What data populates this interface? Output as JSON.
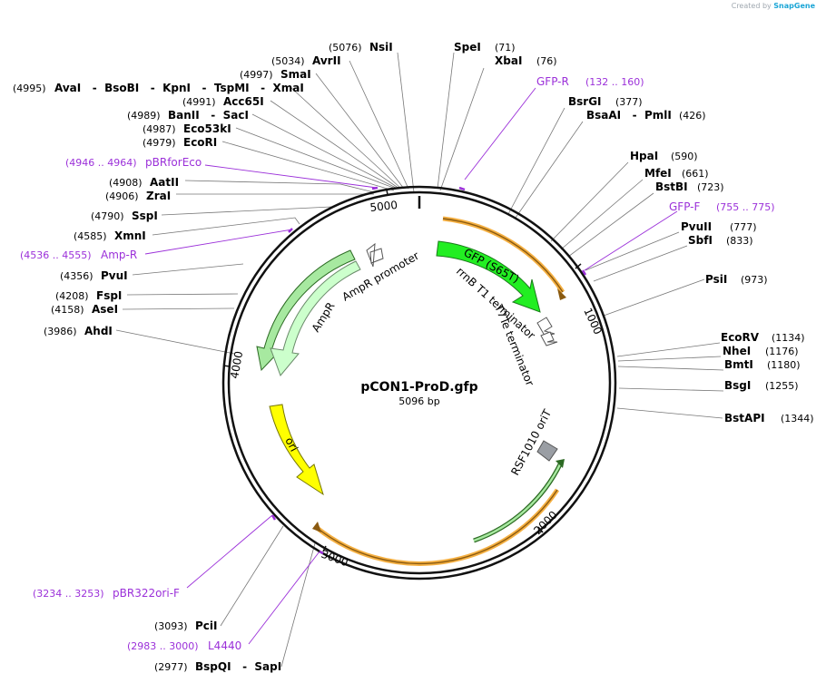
{
  "watermark": {
    "prefix": "Created by",
    "brand": "SnapGene"
  },
  "plasmid": {
    "name": "pCON1-ProD.gfp",
    "length_label": "5096 bp"
  },
  "ticks": [
    "1000",
    "2000",
    "3000",
    "4000",
    "5000"
  ],
  "features": {
    "gfp": "GFP (S65T)",
    "rrnb": "rrnB T1 terminator",
    "t7te": "T7Te terminator",
    "ampr": "AmpR",
    "ampr_promoter": "AmpR promoter",
    "ori": "ori",
    "rsf": "RSF1010 oriT"
  },
  "sites": [
    {
      "pos": "(5076)",
      "name": "NsiI"
    },
    {
      "pos": "(5034)",
      "name": "AvrII"
    },
    {
      "pos": "(4997)",
      "name": "SmaI"
    },
    {
      "pos": "(4995)",
      "name": "AvaI   -  BsoBI   -  KpnI   -  TspMI   -  XmaI"
    },
    {
      "pos": "(4991)",
      "name": "Acc65I"
    },
    {
      "pos": "(4989)",
      "name": "BanII   -  SacI"
    },
    {
      "pos": "(4987)",
      "name": "Eco53kI"
    },
    {
      "pos": "(4979)",
      "name": "EcoRI"
    },
    {
      "pos": "(4908)",
      "name": "AatII"
    },
    {
      "pos": "(4906)",
      "name": "ZraI"
    },
    {
      "pos": "(4790)",
      "name": "SspI"
    },
    {
      "pos": "(4585)",
      "name": "XmnI"
    },
    {
      "pos": "(4356)",
      "name": "PvuI"
    },
    {
      "pos": "(4208)",
      "name": "FspI"
    },
    {
      "pos": "(4158)",
      "name": "AseI"
    },
    {
      "pos": "(3986)",
      "name": "AhdI"
    },
    {
      "pos": "(3093)",
      "name": "PciI"
    },
    {
      "pos": "(2977)",
      "name": "BspQI   -  SapI"
    },
    {
      "pos": "(71)",
      "name": "SpeI"
    },
    {
      "pos": "(76)",
      "name": "XbaI"
    },
    {
      "pos": "(377)",
      "name": "BsrGI"
    },
    {
      "pos": "(426)",
      "name": "BsaAI   -  PmlI"
    },
    {
      "pos": "(590)",
      "name": "HpaI"
    },
    {
      "pos": "(661)",
      "name": "MfeI"
    },
    {
      "pos": "(723)",
      "name": "BstBI"
    },
    {
      "pos": "(777)",
      "name": "PvuII"
    },
    {
      "pos": "(833)",
      "name": "SbfI"
    },
    {
      "pos": "(973)",
      "name": "PsiI"
    },
    {
      "pos": "(1134)",
      "name": "EcoRV"
    },
    {
      "pos": "(1176)",
      "name": "NheI"
    },
    {
      "pos": "(1180)",
      "name": "BmtI"
    },
    {
      "pos": "(1255)",
      "name": "BsgI"
    },
    {
      "pos": "(1344)",
      "name": "BstAPI"
    }
  ],
  "primers": [
    {
      "name": "GFP-R",
      "range": "(132 .. 160)"
    },
    {
      "name": "GFP-F",
      "range": "(755 .. 775)"
    },
    {
      "name": "pBRforEco",
      "range": "(4946 .. 4964)"
    },
    {
      "name": "Amp-R",
      "range": "(4536 .. 4555)"
    },
    {
      "name": "pBR322ori-F",
      "range": "(3234 .. 3253)"
    },
    {
      "name": "L4440",
      "range": "(2983 .. 3000)"
    }
  ],
  "colors": {
    "gfp": "#22ee22",
    "ampr": "#ccffcc",
    "ori": "#ffff00",
    "primer": "#9b30d9",
    "primer_arrow": "#f5b042",
    "grey_box": "#9a9ea4",
    "backbone": "#111111"
  }
}
